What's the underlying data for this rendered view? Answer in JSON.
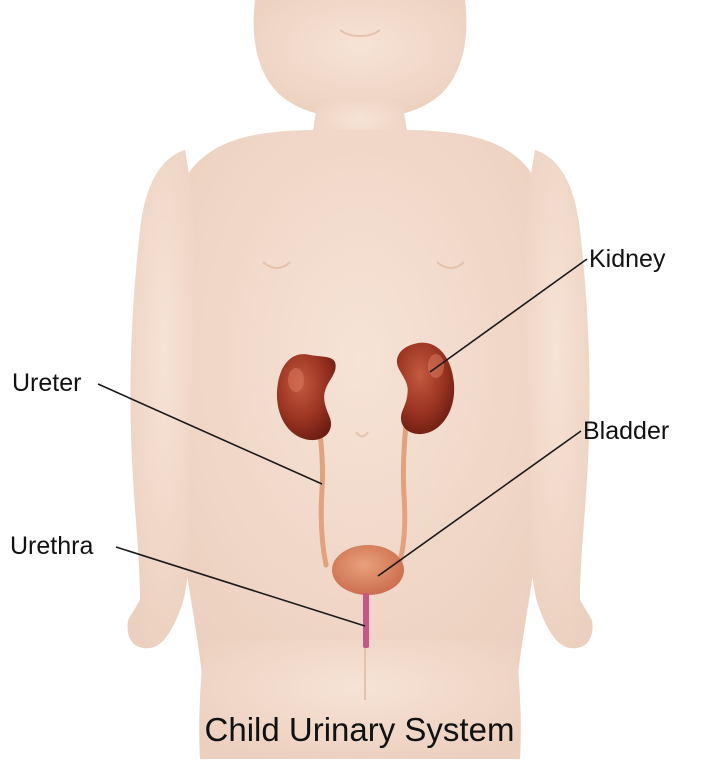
{
  "title": "Child Urinary System",
  "labels": {
    "kidney": "Kidney",
    "ureter": "Ureter",
    "bladder": "Bladder",
    "urethra": "Urethra"
  },
  "colors": {
    "skin": "#f3dccd",
    "skin_shadow": "#e8c7b3",
    "kidney": "#9b3424",
    "kidney_dark": "#6e2016",
    "kidney_light": "#c45a42",
    "ureter": "#e2a27d",
    "bladder": "#d7805e",
    "urethra": "#c8548a",
    "leader_line": "#1a1a1a",
    "text": "#111111"
  }
}
